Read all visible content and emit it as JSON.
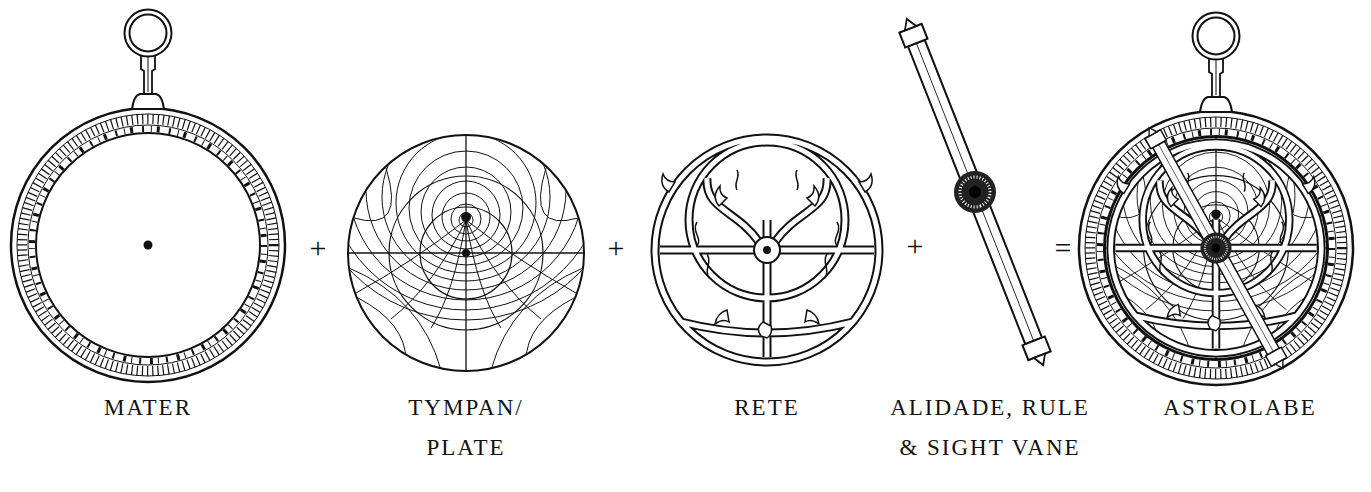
{
  "diagram": {
    "labels": [
      "MATER",
      "+",
      "TYMPAN/ PLATE",
      "+",
      "RETE",
      "+",
      "ALIDADE, RULE & SIGHT VANE",
      "=",
      "ASTROLABE"
    ]
  }
}
